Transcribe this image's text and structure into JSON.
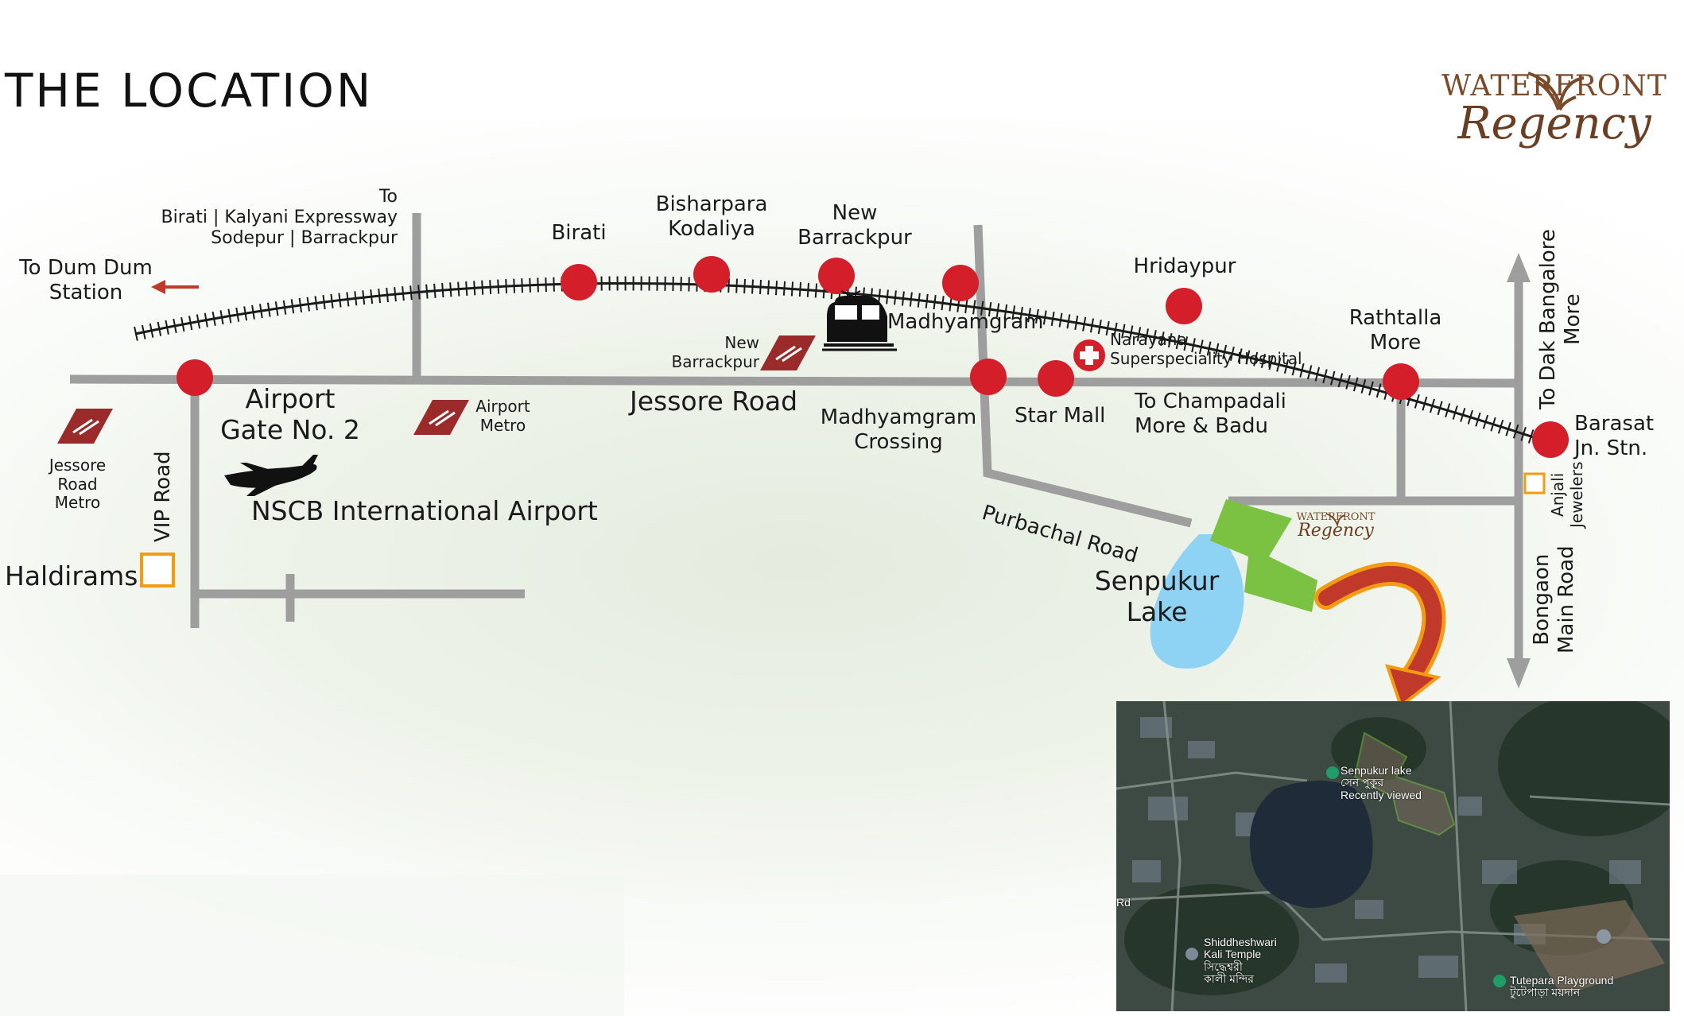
{
  "title": "THE LOCATION",
  "brand": {
    "name": "WATERFRONT",
    "script": "Regency"
  },
  "colors": {
    "road": "#9e9e9e",
    "station_dot": "#d41f2a",
    "rail": "#1a1a1a",
    "metro_icon": "#9b2b2b",
    "lake": "#8fd3f4",
    "site": "#7cc242",
    "arrow": "#c0392b",
    "arrow_outline": "#f39c12",
    "poi_square": "#f39c12",
    "brand": "#7a4b2a"
  },
  "labels": {
    "to_birati_line1": "To",
    "to_birati_line2": "Birati | Kalyani Expressway",
    "to_birati_line3": "Sodepur | Barrackpur",
    "to_dum_dum_line1": "To Dum Dum",
    "to_dum_dum_line2": "Station",
    "birati": "Birati",
    "bisharpara_line1": "Bisharpara",
    "bisharpara_line2": "Kodaliya",
    "new_barrackpur_line1": "New",
    "new_barrackpur_line2": "Barrackpur",
    "hridaypur": "Hridaypur",
    "rathtalla_line1": "Rathtalla",
    "rathtalla_line2": "More",
    "madhyamgram": "Madhyamgram",
    "new_barrackpur_metro_line1": "New",
    "new_barrackpur_metro_line2": "Barrackpur",
    "narayana_line1": "Narayana",
    "narayana_line2": "Superspeciality Hospital",
    "airport_gate_line1": "Airport",
    "airport_gate_line2": "Gate No. 2",
    "airport_metro_line1": "Airport",
    "airport_metro_line2": "Metro",
    "jessore_road": "Jessore Road",
    "madhyamgram_crossing_line1": "Madhyamgram",
    "madhyamgram_crossing_line2": "Crossing",
    "star_mall": "Star Mall",
    "to_champadali_line1": "To Champadali",
    "to_champadali_line2": "More & Badu",
    "barasat_line1": "Barasat",
    "barasat_line2": "Jn. Stn.",
    "to_dak_bangalore_line1": "To Dak Bangalore",
    "to_dak_bangalore_line2": "More",
    "anjali_line1": "Anjali",
    "anjali_line2": "Jewelers",
    "jessore_metro_line1": "Jessore",
    "jessore_metro_line2": "Road",
    "jessore_metro_line3": "Metro",
    "vip_road": "VIP Road",
    "nscb_airport": "NSCB International Airport",
    "haldirams": "Haldirams",
    "purbachal_road": "Purbachal Road",
    "senpukur_line1": "Senpukur",
    "senpukur_line2": "Lake",
    "bongaon_line1": "Bongaon",
    "bongaon_line2": "Main Road"
  },
  "inset": {
    "senpukur_lake": "Senpukur lake",
    "senpukur_local": "সেন পুকুর",
    "recently_viewed": "Recently viewed",
    "temple_line1": "Shiddheshwari",
    "temple_line2": "Kali Temple",
    "temple_local_line1": "সিদ্ধেশ্বরী",
    "temple_local_line2": "কালী মন্দির",
    "playground": "Tutepara Playground",
    "playground_local": "টুটেপাড়া ময়দান",
    "edge_text": "Rd"
  },
  "icons": [
    "train-icon",
    "airplane-icon",
    "metro-icon",
    "hospital-icon",
    "arrow-left-icon",
    "arrow-up-icon",
    "arrow-down-icon",
    "curved-arrow-icon",
    "bird-logo-icon",
    "map-pin-icon",
    "shield-icon"
  ]
}
